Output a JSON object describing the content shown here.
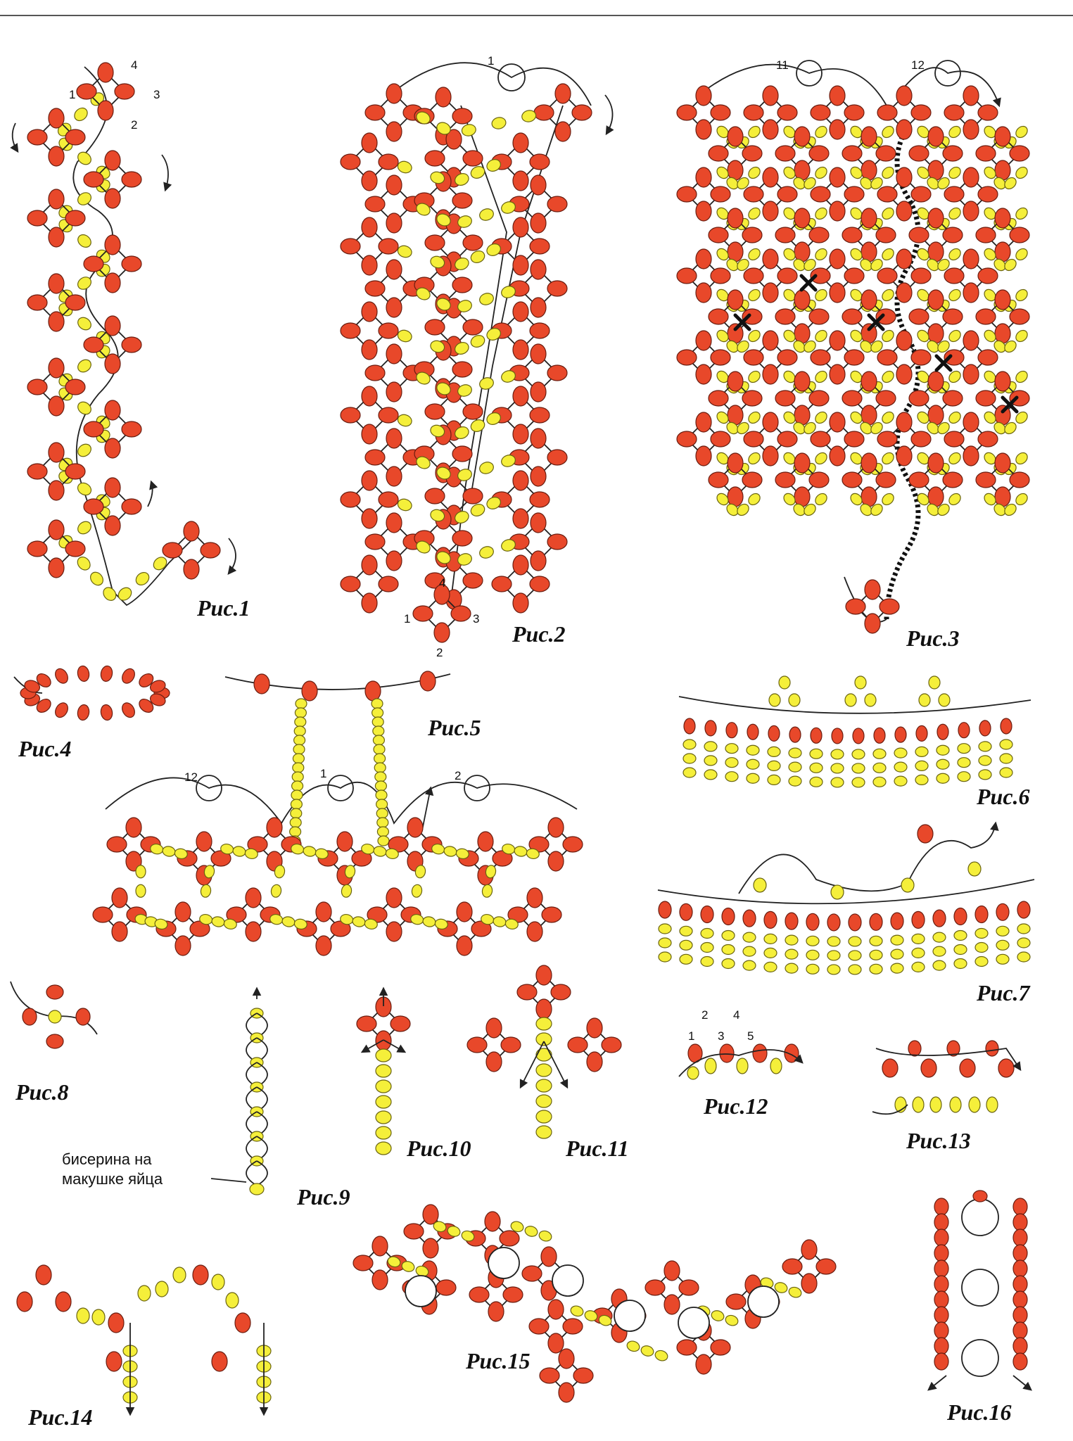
{
  "colors": {
    "bead_red": "#e8482a",
    "bead_yellow": "#f5ef3a",
    "thread": "#222222",
    "background": "#ffffff"
  },
  "figures": [
    {
      "id": "fig1",
      "caption": "Рис.1",
      "numbers": [
        "1",
        "2",
        "3",
        "4"
      ]
    },
    {
      "id": "fig2",
      "caption": "Рис.2",
      "numbers": [
        "1",
        "2",
        "3",
        "4",
        "1"
      ]
    },
    {
      "id": "fig3",
      "caption": "Рис.3",
      "numbers": [
        "11",
        "12"
      ]
    },
    {
      "id": "fig4",
      "caption": "Рис.4"
    },
    {
      "id": "fig5",
      "caption": "Рис.5",
      "numbers": [
        "12",
        "1",
        "2"
      ]
    },
    {
      "id": "fig6",
      "caption": "Рис.6"
    },
    {
      "id": "fig7",
      "caption": "Рис.7"
    },
    {
      "id": "fig8",
      "caption": "Рис.8"
    },
    {
      "id": "fig9",
      "caption": "Рис.9",
      "note_line1": "бисерина на",
      "note_line2": "макушке яйца"
    },
    {
      "id": "fig10",
      "caption": "Рис.10"
    },
    {
      "id": "fig11",
      "caption": "Рис.11"
    },
    {
      "id": "fig12",
      "caption": "Рис.12",
      "numbers": [
        "1",
        "2",
        "3",
        "4",
        "5"
      ]
    },
    {
      "id": "fig13",
      "caption": "Рис.13"
    },
    {
      "id": "fig14",
      "caption": "Рис.14"
    },
    {
      "id": "fig15",
      "caption": "Рис.15"
    },
    {
      "id": "fig16",
      "caption": "Рис.16"
    }
  ]
}
